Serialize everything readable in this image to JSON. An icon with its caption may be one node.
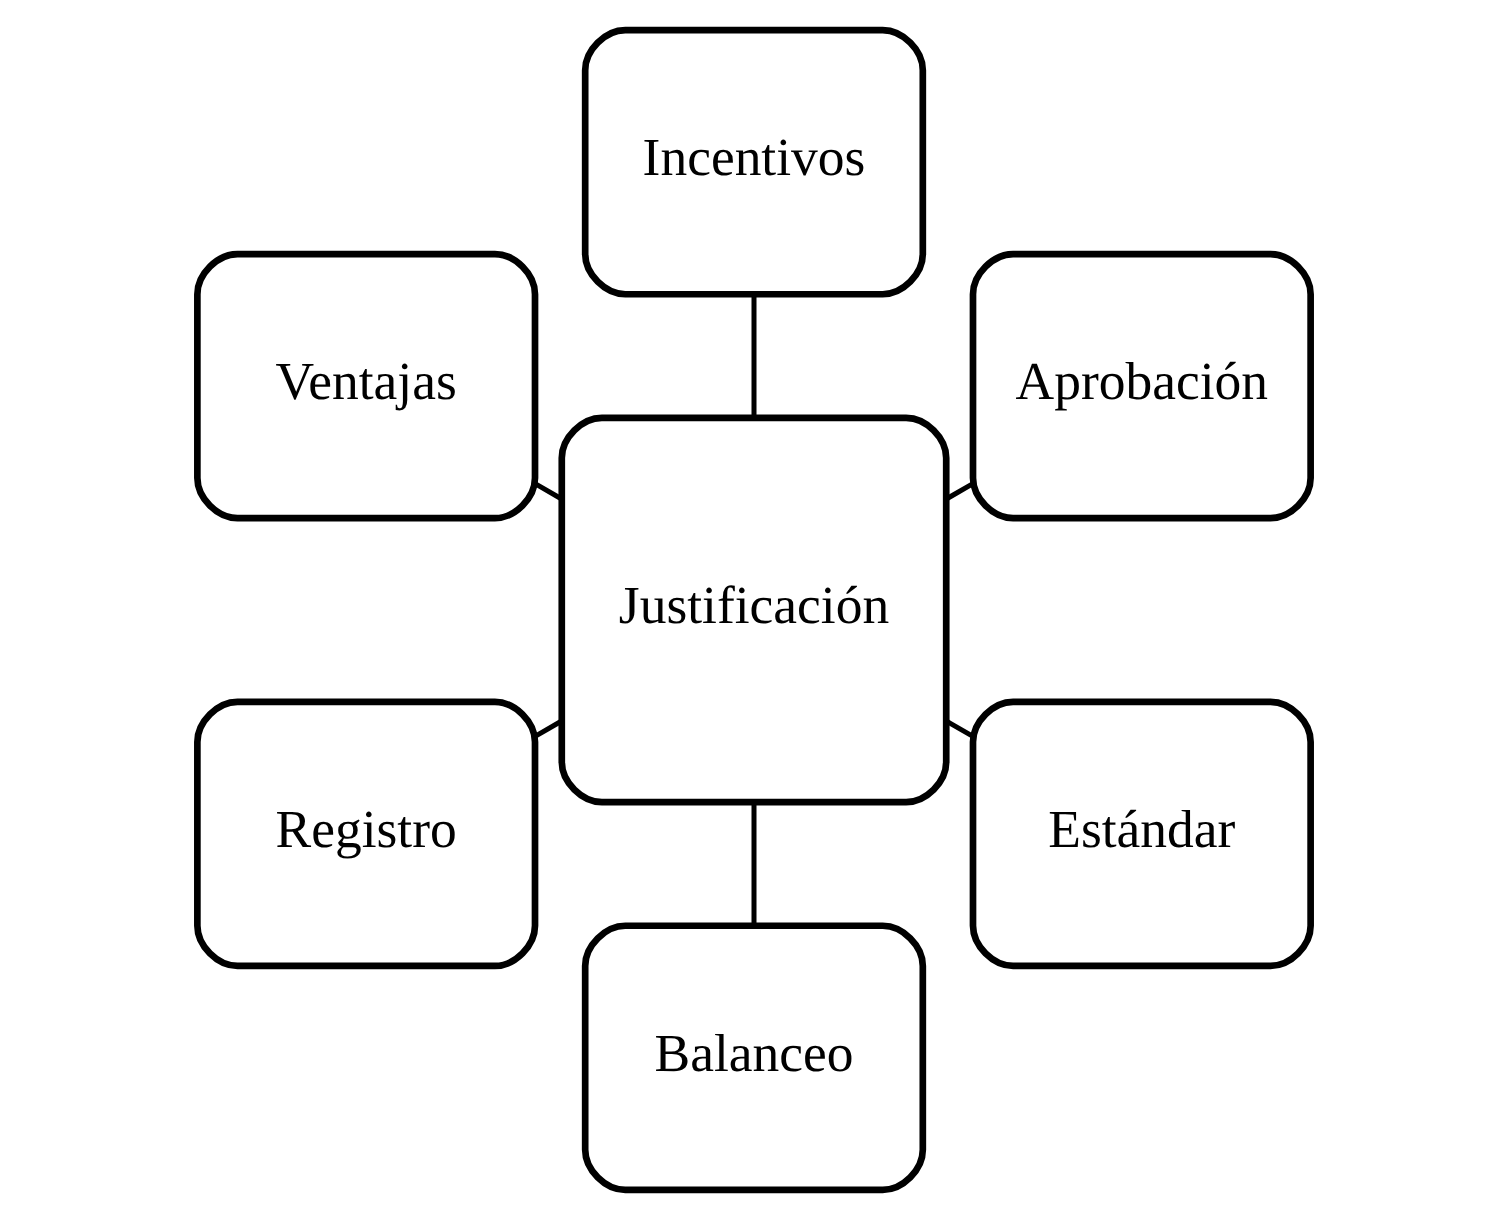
{
  "diagram": {
    "nodes": [
      {
        "text": [
          "Aprobación"
        ]
      },
      {
        "text": [
          "Incentivos"
        ]
      },
      {
        "text": [
          "Ventajas"
        ]
      },
      {
        "text": [
          "Justificación"
        ]
      },
      {
        "text": [
          "Registro"
        ]
      },
      {
        "text": [
          "Balanceo"
        ]
      },
      {
        "text": [
          "Estándar"
        ]
      }
    ],
    "edges": [
      {
        "from": 3,
        "to": 0,
        "arrow": "none"
      },
      {
        "from": 3,
        "to": 2,
        "arrow": "none"
      },
      {
        "from": 3,
        "to": 5,
        "arrow": "none"
      },
      {
        "from": 3,
        "to": 6,
        "arrow": "none"
      },
      {
        "from": 3,
        "to": 4,
        "arrow": "none"
      },
      {
        "from": 3,
        "to": 1,
        "arrow": "none"
      }
    ]
  }
}
